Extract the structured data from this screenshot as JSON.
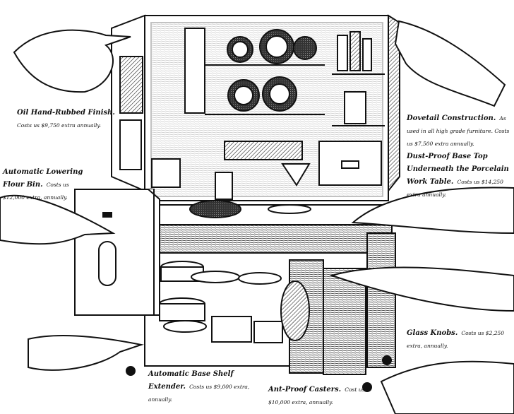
{
  "captions": [
    {
      "id": "oil",
      "head": "Oil Hand-Rubbed Finish.",
      "body": "Costs us $9,750 extra annually."
    },
    {
      "id": "dovetail",
      "head": "Dovetail Construction.",
      "body": "As used in all high grade furniture. Costs us $7,500 extra annually."
    },
    {
      "id": "dustproof",
      "head": "Dust-Proof Base Top Underneath the Porcelain Work Table.",
      "body": "Costs us $14,250 extra annually."
    },
    {
      "id": "lowering",
      "head": "Automatic Lowering Flour Bin.",
      "body": "Costs us $12,000 extra, annually."
    },
    {
      "id": "glass",
      "head": "Glass Knobs.",
      "body": "Costs us $2,250 extra, annually."
    },
    {
      "id": "extender",
      "head": "Automatic Base Shelf Extender.",
      "body": "Costs us $9,000 extra, annually."
    },
    {
      "id": "casters",
      "head": "Ant-Proof Casters.",
      "body": "Cost us $10,000 extra, annually."
    }
  ]
}
